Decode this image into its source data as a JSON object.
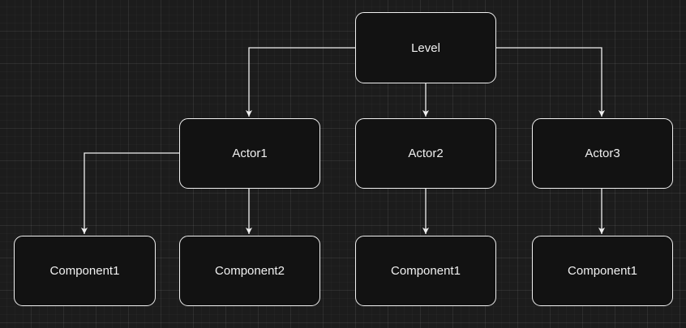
{
  "diagram": {
    "nodes": {
      "level": "Level",
      "actor1": "Actor1",
      "actor2": "Actor2",
      "actor3": "Actor3",
      "actor1_component1": "Component1",
      "actor1_component2": "Component2",
      "actor2_component1": "Component1",
      "actor3_component1": "Component1"
    },
    "edges": [
      {
        "from": "Level",
        "to": "Actor1"
      },
      {
        "from": "Level",
        "to": "Actor2"
      },
      {
        "from": "Level",
        "to": "Actor3"
      },
      {
        "from": "Actor1",
        "to": "Component1"
      },
      {
        "from": "Actor1",
        "to": "Component2"
      },
      {
        "from": "Actor2",
        "to": "Component1"
      },
      {
        "from": "Actor3",
        "to": "Component1"
      }
    ],
    "colors": {
      "background": "#1c1c1c",
      "node_fill": "#121212",
      "stroke": "#f0f0f0"
    }
  }
}
